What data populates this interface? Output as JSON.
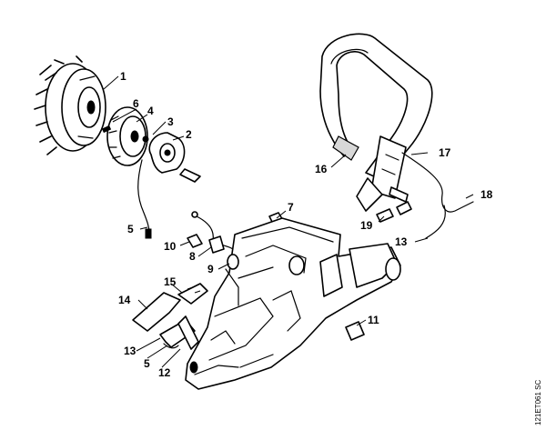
{
  "callouts": [
    {
      "id": "c1",
      "label": "1"
    },
    {
      "id": "c2",
      "label": "2"
    },
    {
      "id": "c3",
      "label": "3"
    },
    {
      "id": "c4",
      "label": "4"
    },
    {
      "id": "c5a",
      "label": "5"
    },
    {
      "id": "c5b",
      "label": "5"
    },
    {
      "id": "c6",
      "label": "6"
    },
    {
      "id": "c7",
      "label": "7"
    },
    {
      "id": "c8",
      "label": "8"
    },
    {
      "id": "c9",
      "label": "9"
    },
    {
      "id": "c10",
      "label": "10"
    },
    {
      "id": "c11",
      "label": "11"
    },
    {
      "id": "c12",
      "label": "12"
    },
    {
      "id": "c13a",
      "label": "13"
    },
    {
      "id": "c13b",
      "label": "13"
    },
    {
      "id": "c14",
      "label": "14"
    },
    {
      "id": "c15",
      "label": "15"
    },
    {
      "id": "c16",
      "label": "16"
    },
    {
      "id": "c17",
      "label": "17"
    },
    {
      "id": "c18",
      "label": "18"
    },
    {
      "id": "c19",
      "label": "19"
    }
  ],
  "drawing_code": "121ET061 SC"
}
